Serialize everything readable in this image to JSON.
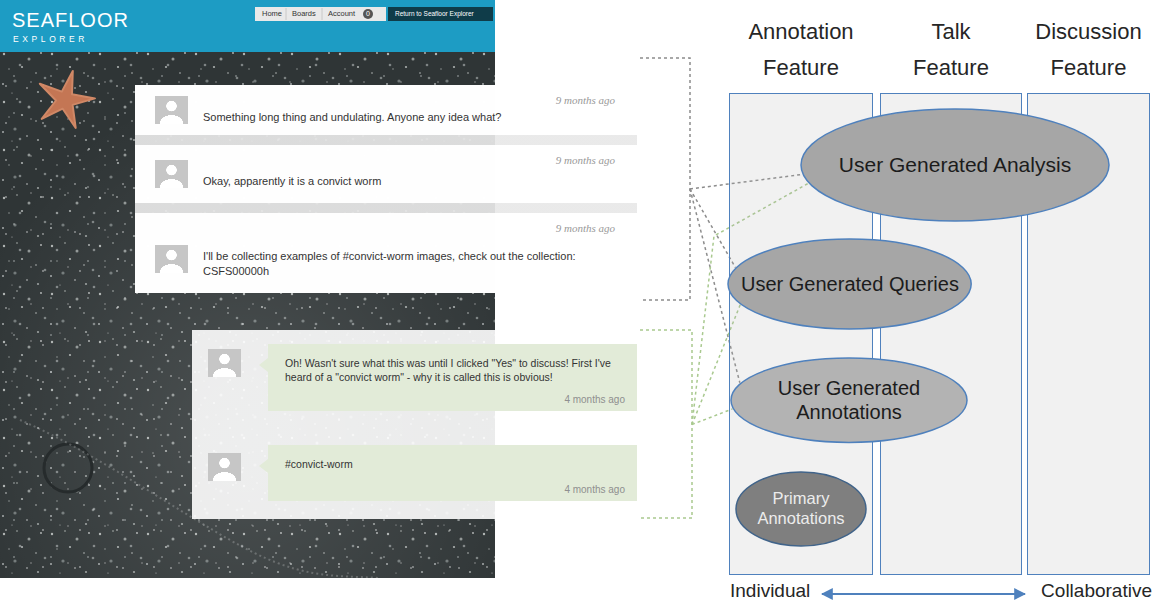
{
  "diagram": {
    "nodes": [
      {
        "text": []
      },
      {
        "text": [
          "Something long thing and undulating. Anyone any idea what?",
          "9 months ago"
        ],
        "in": 0
      },
      {
        "text": [
          "Okay, apparently it is a convict worm",
          "9 months ago"
        ],
        "in": 0
      },
      {
        "text": [
          "I'll be collecting examples of #convict-worm images, check out the collection: CSFS00000h",
          "9 months ago"
        ],
        "in": 0
      },
      {
        "text": []
      },
      {
        "text": [
          "Oh! Wasn't sure what this was until I clicked \"Yes\" to discuss! First I've heard of a \"convict worm\" - why it is called this is obvious!",
          "4 months ago"
        ],
        "in": 4
      },
      {
        "text": [
          "#convict-worm",
          "4 months ago"
        ],
        "in": 4
      },
      {
        "text": [
          "Annotation Feature"
        ]
      },
      {
        "text": [
          "Talk Feature"
        ]
      },
      {
        "text": [
          "Discussion Feature"
        ]
      },
      {
        "text": [
          "User Generated Analysis"
        ]
      },
      {
        "text": [
          "User Generated Queries"
        ]
      },
      {
        "text": [
          "User Generated Annotations"
        ]
      },
      {
        "text": [
          "Primary Annotations"
        ],
        "in": 7
      }
    ],
    "edges": [
      {
        "from": 0,
        "to": 10,
        "arrow": "none"
      },
      {
        "from": 0,
        "to": 11,
        "arrow": "none"
      },
      {
        "from": 0,
        "to": 12,
        "arrow": "none"
      },
      {
        "from": 4,
        "to": 10,
        "arrow": "none"
      },
      {
        "from": 4,
        "to": 11,
        "arrow": "none"
      },
      {
        "from": 4,
        "to": 12,
        "arrow": "none"
      }
    ],
    "labels": [
      "SEAFLOOR",
      "EXPLORER",
      "Home",
      "Boards",
      "Account",
      "0",
      "Return to Seafloor Explorer",
      "Individual",
      "Collaborative"
    ]
  }
}
